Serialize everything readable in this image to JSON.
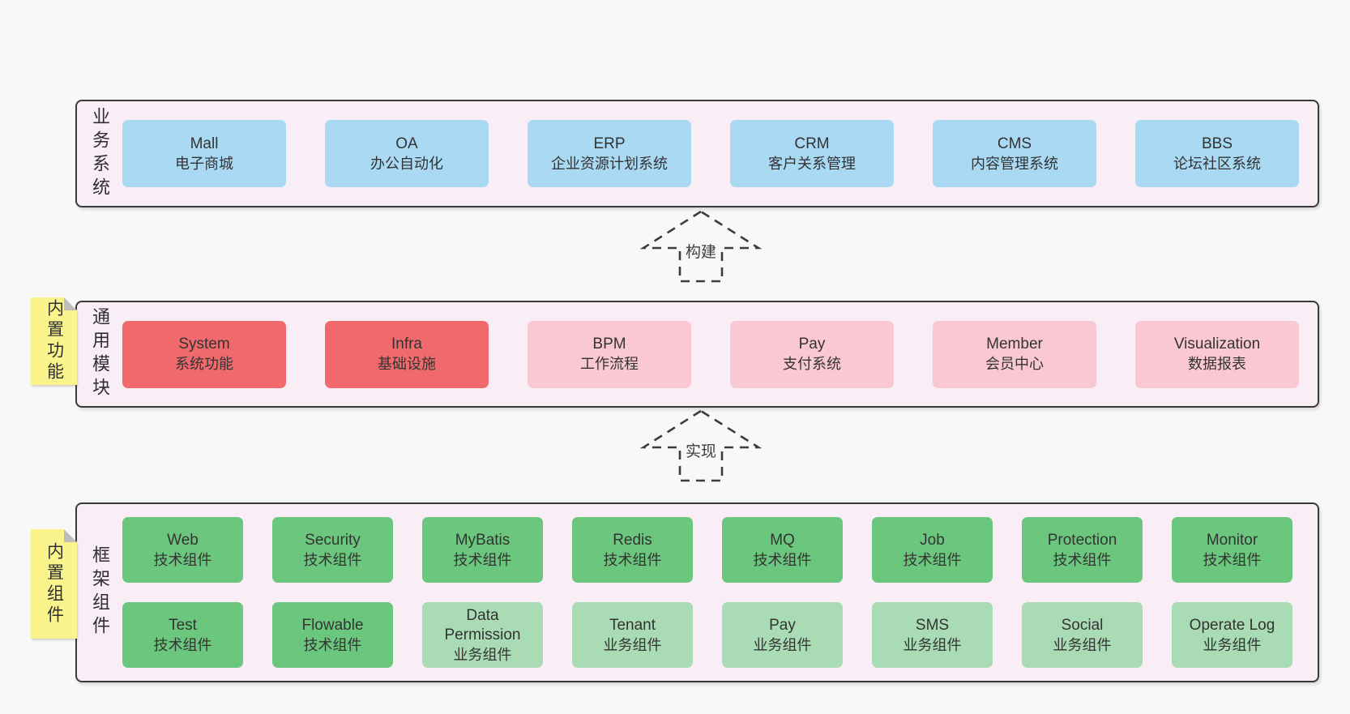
{
  "palette": {
    "blue": "#a9d9f3",
    "red": "#f0696d",
    "pink": "#fac8d2",
    "greenDark": "#6cc77e",
    "greenLight": "#a9dcb5",
    "bandBackground": "#f9edf6",
    "bandBorder": "#3a3a3a",
    "stickyYellow": "#faf48d",
    "pageBackground": "#f8f8f8"
  },
  "arrows": [
    {
      "label": "构建"
    },
    {
      "label": "实现"
    }
  ],
  "bands": [
    {
      "label": "业务系统",
      "boxes": [
        {
          "name": "Mall",
          "subtitle": "电子商城",
          "type": "blue"
        },
        {
          "name": "OA",
          "subtitle": "办公自动化",
          "type": "blue"
        },
        {
          "name": "ERP",
          "subtitle": "企业资源计划系统",
          "type": "blue"
        },
        {
          "name": "CRM",
          "subtitle": "客户关系管理",
          "type": "blue"
        },
        {
          "name": "CMS",
          "subtitle": "内容管理系统",
          "type": "blue"
        },
        {
          "name": "BBS",
          "subtitle": "论坛社区系统",
          "type": "blue"
        }
      ]
    },
    {
      "label": "通用模块",
      "sticky": "内置功能",
      "boxes": [
        {
          "name": "System",
          "subtitle": "系统功能",
          "type": "red"
        },
        {
          "name": "Infra",
          "subtitle": "基础设施",
          "type": "red"
        },
        {
          "name": "BPM",
          "subtitle": "工作流程",
          "type": "pink"
        },
        {
          "name": "Pay",
          "subtitle": "支付系统",
          "type": "pink"
        },
        {
          "name": "Member",
          "subtitle": "会员中心",
          "type": "pink"
        },
        {
          "name": "Visualization",
          "subtitle": "数据报表",
          "type": "pink"
        }
      ]
    },
    {
      "label": "框架组件",
      "sticky": "内置组件",
      "rows": [
        [
          {
            "name": "Web",
            "subtitle": "技术组件",
            "type": "greenDark"
          },
          {
            "name": "Security",
            "subtitle": "技术组件",
            "type": "greenDark"
          },
          {
            "name": "MyBatis",
            "subtitle": "技术组件",
            "type": "greenDark"
          },
          {
            "name": "Redis",
            "subtitle": "技术组件",
            "type": "greenDark"
          },
          {
            "name": "MQ",
            "subtitle": "技术组件",
            "type": "greenDark"
          },
          {
            "name": "Job",
            "subtitle": "技术组件",
            "type": "greenDark"
          },
          {
            "name": "Protection",
            "subtitle": "技术组件",
            "type": "greenDark"
          },
          {
            "name": "Monitor",
            "subtitle": "技术组件",
            "type": "greenDark"
          }
        ],
        [
          {
            "name": "Test",
            "subtitle": "技术组件",
            "type": "greenDark"
          },
          {
            "name": "Flowable",
            "subtitle": "技术组件",
            "type": "greenDark"
          },
          {
            "name": "Data Permission",
            "subtitle": "业务组件",
            "type": "greenLight"
          },
          {
            "name": "Tenant",
            "subtitle": "业务组件",
            "type": "greenLight"
          },
          {
            "name": "Pay",
            "subtitle": "业务组件",
            "type": "greenLight"
          },
          {
            "name": "SMS",
            "subtitle": "业务组件",
            "type": "greenLight"
          },
          {
            "name": "Social",
            "subtitle": "业务组件",
            "type": "greenLight"
          },
          {
            "name": "Operate Log",
            "subtitle": "业务组件",
            "type": "greenLight"
          }
        ]
      ]
    }
  ]
}
